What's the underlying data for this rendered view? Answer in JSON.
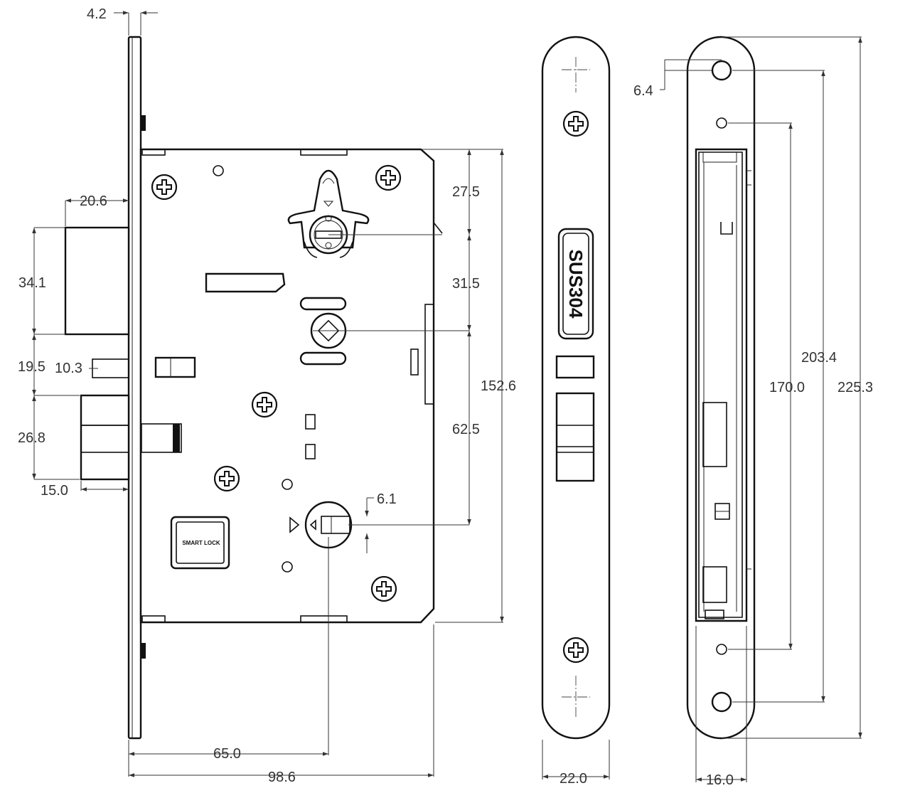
{
  "dimensions": {
    "faceplate_thickness": "4.2",
    "latch_throw": "20.6",
    "latch_height": "34.1",
    "gap_latch_to_bolt": "19.5",
    "small_plunger": "10.3",
    "deadbolt_height": "26.8",
    "deadbolt_throw": "15.0",
    "top_to_spindle_edge": "27.5",
    "cylinder_to_handle": "31.5",
    "handle_to_key": "62.5",
    "case_height": "152.6",
    "thumb_slot": "6.1",
    "backset": "65.0",
    "case_depth": "98.6",
    "faceplate_width": "22.0",
    "screw_hole_offset": "6.4",
    "hole_span_outer": "203.4",
    "hole_span_inner": "170.0",
    "faceplate_length": "225.3",
    "case_width": "16.0"
  },
  "markings": {
    "case_label": "SMART LOCK",
    "faceplate_stamp": "SUS304"
  }
}
